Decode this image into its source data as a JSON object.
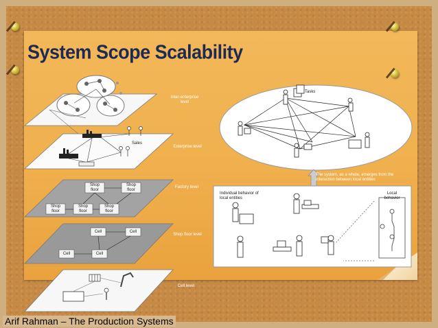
{
  "slide": {
    "title": "System Scope Scalability",
    "caption": "Arif Rahman – The Production Systems"
  },
  "levels": {
    "inter_enterprise": "Inter-enterprise level",
    "enterprise": "Enterprise level",
    "factory": "Factory level",
    "shop_floor": "Shop floor level",
    "cell": "Cell level"
  },
  "labels": {
    "sales": "Sales",
    "shop_floor": "Shop floor",
    "cell": "Cell",
    "tasks": "Tasks",
    "emerge_text": "The system, as a whole, emerges from the interaction between local entities",
    "individual_behavior": "Individual behavior of local entities",
    "local_behavior": "Local behavior"
  },
  "colors": {
    "board": "#c78a45",
    "paper": "#f2b85a",
    "title": "#1f2a52"
  }
}
